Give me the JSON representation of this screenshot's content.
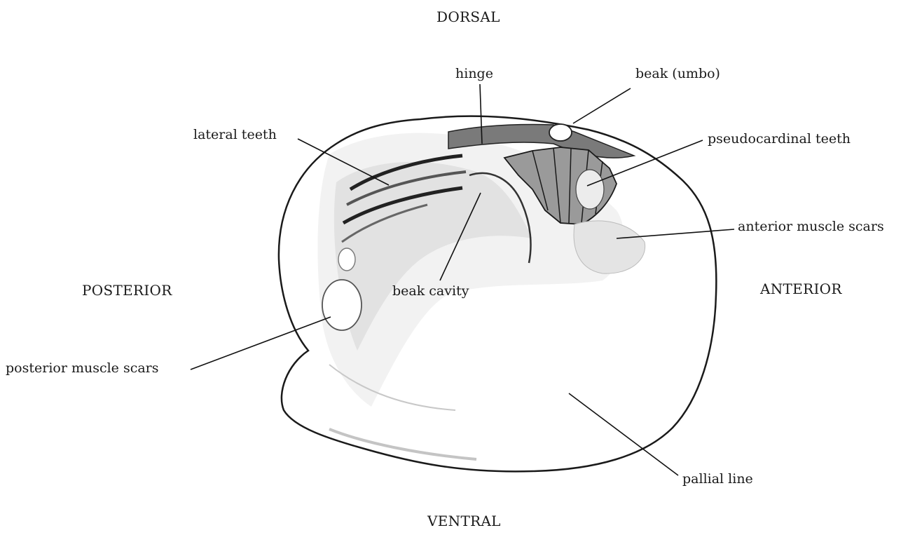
{
  "orientation": {
    "dorsal": "DORSAL",
    "ventral": "VENTRAL",
    "posterior": "POSTERIOR",
    "anterior": "ANTERIOR"
  },
  "labels": {
    "hinge": "hinge",
    "beak_umbo": "beak (umbo)",
    "lateral_teeth": "lateral teeth",
    "pseudocardinal_teeth": "pseudocardinal teeth",
    "anterior_muscle_scars": "anterior muscle scars",
    "beak_cavity": "beak cavity",
    "posterior_muscle_scars": "posterior muscle scars",
    "pallial_line": "pallial line"
  }
}
